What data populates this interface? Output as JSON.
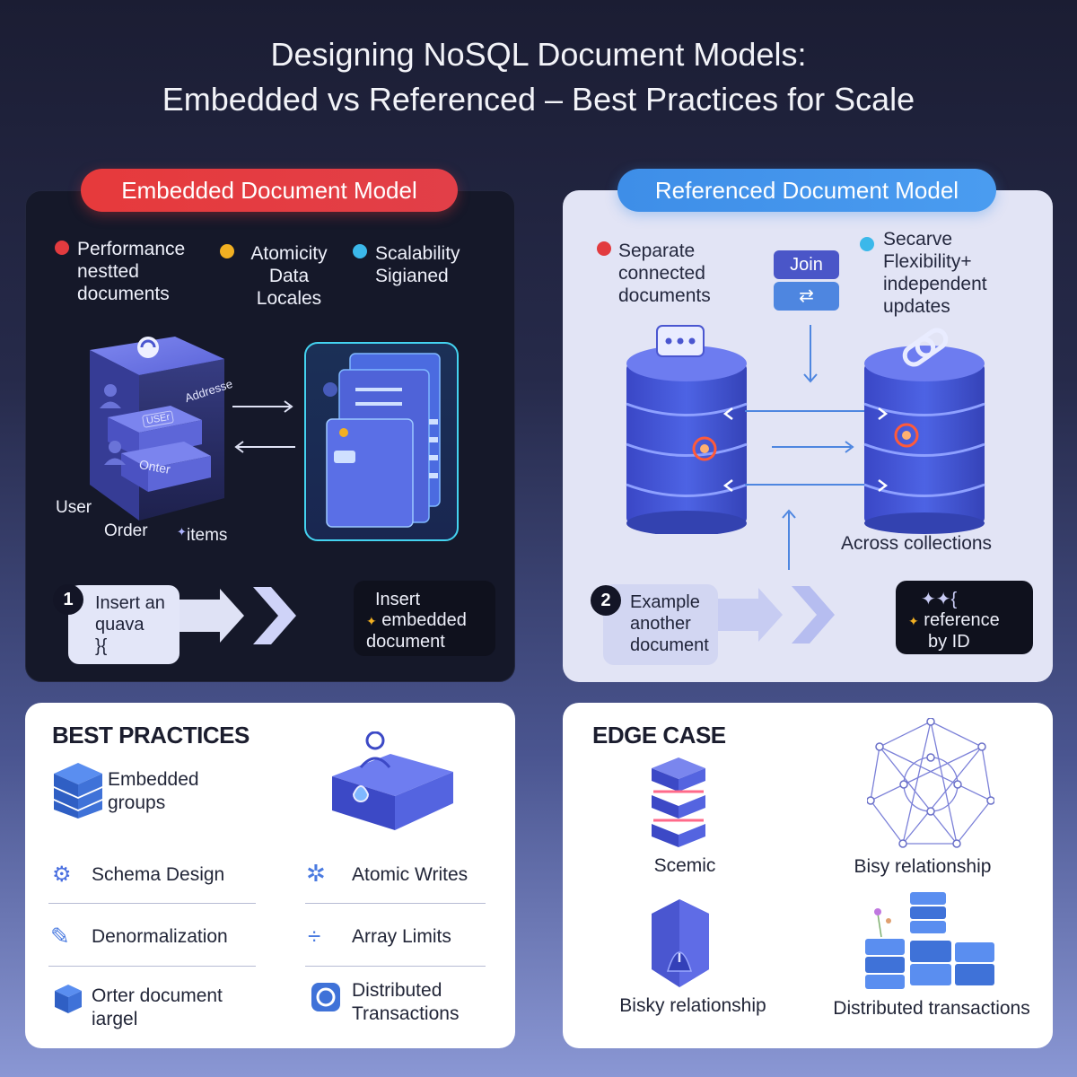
{
  "title_line1": "Designing NoSQL Document Models:",
  "title_line2": "Embedded vs Referenced – Best Practices for Scale",
  "embedded": {
    "header": "Embedded Document Model",
    "legend": [
      {
        "text": "Performance nestted documents",
        "color": "#e23b3f"
      },
      {
        "text": "Atomicity Data Locales",
        "color": "#f2b022"
      },
      {
        "text": "Scalability Sigianed",
        "color": "#3bb8ea"
      }
    ],
    "diagram_labels": {
      "address": "Addresse",
      "user_tag": "USEr",
      "order_tag": "Onter",
      "user": "User",
      "order": "Order",
      "items": "items"
    },
    "step_number": "1",
    "step_text": "Insert an quava",
    "step_code": "}{",
    "code_box": {
      "line1": "Insert",
      "line2": "embedded",
      "line3": "document",
      "spark": "✦"
    }
  },
  "referenced": {
    "header": "Referenced Document Model",
    "legend": [
      {
        "text": "Separate connected documents",
        "color": "#e23b3f"
      },
      {
        "text": "Secarve Flexibility+ independent updates",
        "color": "#3bb8ea"
      }
    ],
    "join_label": "Join",
    "across_label": "Across collections",
    "step_number": "2",
    "step_text": "Example another document",
    "code_box": {
      "line1": "✦✦{",
      "line2": "reference",
      "line3": "by ID",
      "spark": "✦"
    }
  },
  "best_practices": {
    "title": "BEST PRACTICES",
    "featured": "Embedded groups",
    "items_left": [
      "Schema Design",
      "Denormalization",
      "Orter document iargel"
    ],
    "items_right": [
      "Atomic Writes",
      "Array Limits",
      "Distributed Transactions"
    ],
    "icons": [
      "stack-icon",
      "gear-icon",
      "atomic-icon",
      "pen-icon",
      "array-limit-icon",
      "cube-icon",
      "ring-icon"
    ]
  },
  "edge_case": {
    "title": "EDGE CASE",
    "items": [
      "Scemic",
      "Bisy relationship",
      "Bisky relationship",
      "Distributed transactions"
    ]
  },
  "colors": {
    "embedded_accent": "#e63a3c",
    "referenced_accent": "#3e8ee8",
    "cube_blue": "#4a56d0"
  }
}
